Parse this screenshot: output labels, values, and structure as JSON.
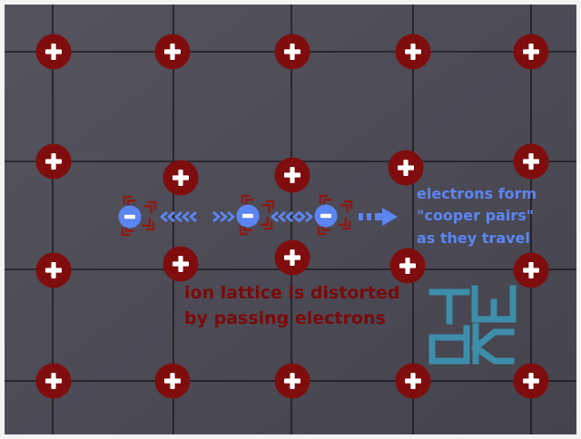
{
  "colors": {
    "frame": "#f4f4f4",
    "background": "#4f4d58",
    "lattice_line": "#121216",
    "ion_fill": "#7f0d0d",
    "ion_plus": "#ffffff",
    "electron_fill": "#5b86f2",
    "electron_minus": "#ffffff",
    "distortion_chevron": "#8c1a14",
    "motion_arrow": "#5b86f2",
    "lattice_caption": "#7a0a0a",
    "pairs_caption": "#5b86f2",
    "logo": "#3d8eaa"
  },
  "icons": {
    "ion": "plus-circle-icon",
    "electron": "minus-circle-icon",
    "distortion": "chevron-icon",
    "motion": "double-chevron-arrow-icon"
  },
  "captions": {
    "lattice_line1": "ion lattice is distorted",
    "lattice_line2": "by passing electrons",
    "pairs_line1": "electrons form",
    "pairs_line2": "\"cooper pairs\"",
    "pairs_line3": "as they travel"
  },
  "logo": {
    "letters": "TWDK"
  }
}
